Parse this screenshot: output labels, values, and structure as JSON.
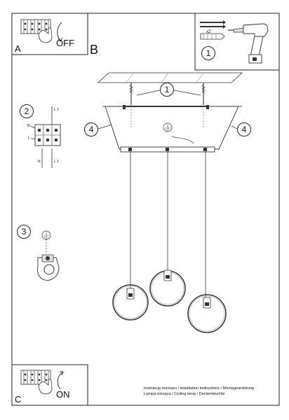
{
  "panel_a": {
    "letter": "A",
    "state": "OFF"
  },
  "panel_c": {
    "letter": "C",
    "state": "ON"
  },
  "main_letter": "B",
  "callouts": {
    "step1_top": "1",
    "step1_mount": "1",
    "step2": "2",
    "step3": "3",
    "step4_left": "4",
    "step4_right": "4"
  },
  "tool_panel": {
    "screw_qty": "x2"
  },
  "wire_labels": {
    "L_top": "L 1",
    "N": "N",
    "L_left": "L",
    "N_bottom": "N",
    "L_bottom": "L 1"
  },
  "footer": {
    "line1": "Instrukcja montażu / installation instructions / Montageanleitung",
    "line2": "Lampa wisząca / Ceiling lamp / Deckenleuchte"
  },
  "icons": [
    "terminal-block-icon",
    "hand-icon",
    "drill-icon",
    "screw-icon",
    "wall-plug-icon",
    "ground-icon"
  ]
}
